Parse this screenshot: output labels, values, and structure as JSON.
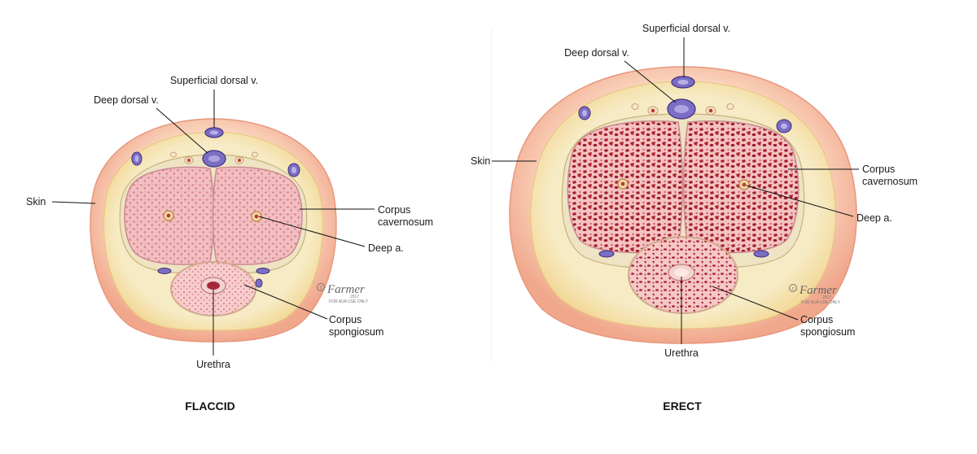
{
  "panels": {
    "flaccid": {
      "title": "FLACCID",
      "labels": {
        "superficial_dorsal_v": "Superficial dorsal v.",
        "deep_dorsal_v": "Deep dorsal v.",
        "skin": "Skin",
        "corpus_cavernosum_1": "Corpus",
        "corpus_cavernosum_2": "cavernosum",
        "deep_a": "Deep a.",
        "corpus_spongiosum_1": "Corpus",
        "corpus_spongiosum_2": "spongiosum",
        "urethra": "Urethra"
      },
      "signature": {
        "name": "Farmer",
        "year": "2017",
        "note": "FOR AUA USE ONLY"
      }
    },
    "erect": {
      "title": "ERECT",
      "labels": {
        "superficial_dorsal_v": "Superficial dorsal v.",
        "deep_dorsal_v": "Deep dorsal v.",
        "skin": "Skin",
        "corpus_cavernosum_1": "Corpus",
        "corpus_cavernosum_2": "cavernosum",
        "deep_a": "Deep a.",
        "corpus_spongiosum_1": "Corpus",
        "corpus_spongiosum_2": "spongiosum",
        "urethra": "Urethra"
      },
      "signature": {
        "name": "Farmer",
        "year": "2017",
        "note": "FOR AUA USE ONLY"
      }
    }
  },
  "colors": {
    "skin": "#f6c3a8",
    "fascia": "#f8e6b6",
    "tunica": "#efe7c8",
    "cavernosum_flaccid": "#f1b6b9",
    "cavernosum_erect": "#a8222f",
    "vein": "#7c6dc4",
    "artery": "#c23a2c"
  }
}
